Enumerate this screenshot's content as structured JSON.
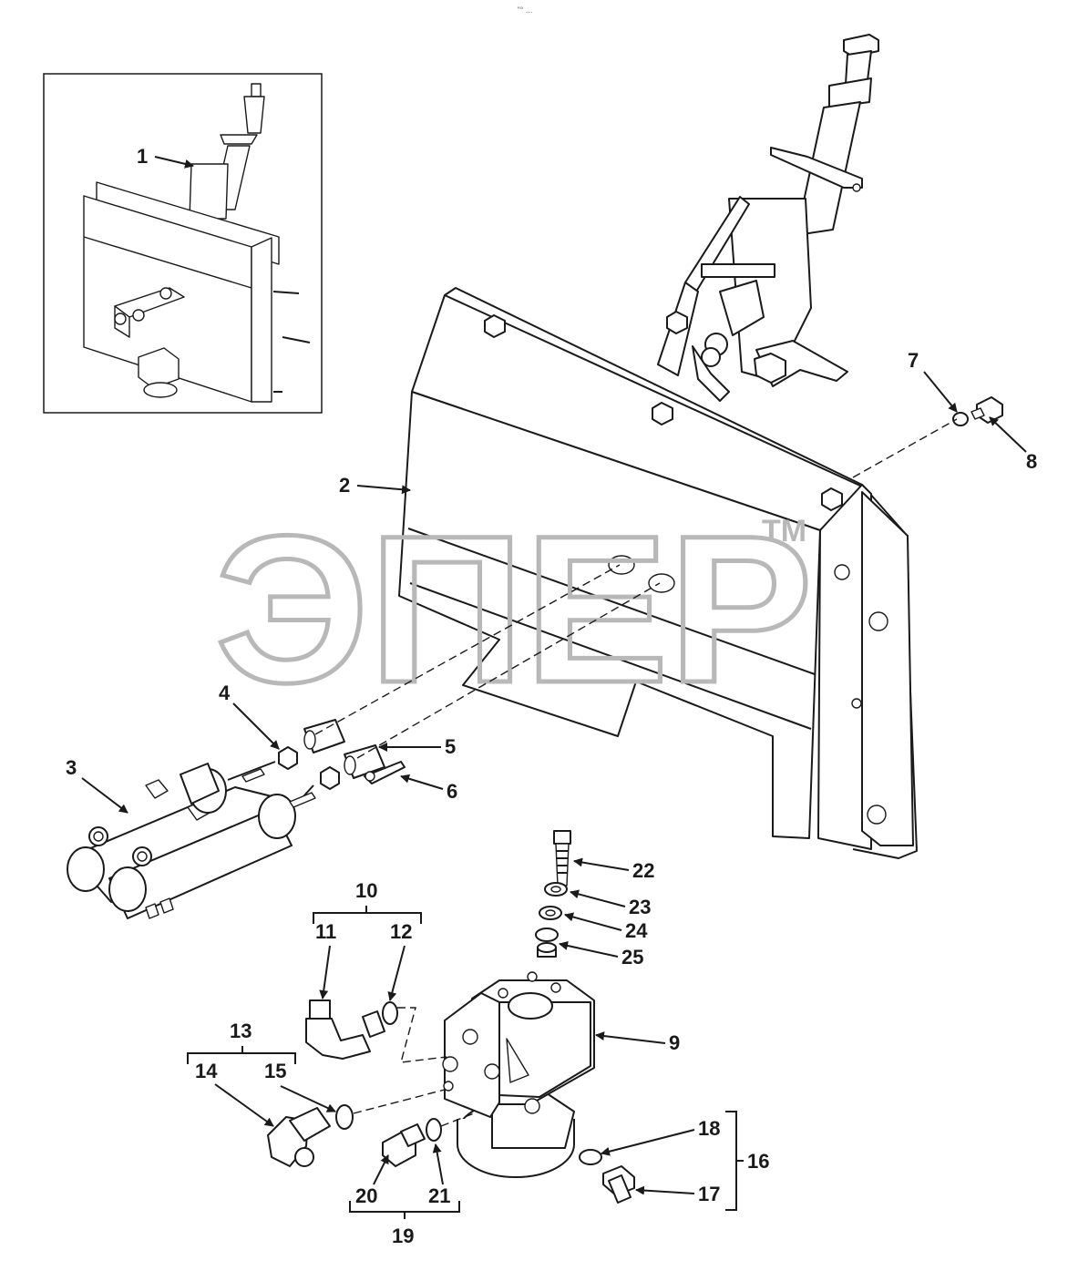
{
  "header": {
    "small_text": "\"° ..."
  },
  "watermark": {
    "text": "ЭПЕР",
    "tm": "TM"
  },
  "callouts": [
    {
      "id": "1",
      "text": "1"
    },
    {
      "id": "2",
      "text": "2"
    },
    {
      "id": "3",
      "text": "3"
    },
    {
      "id": "4",
      "text": "4"
    },
    {
      "id": "5",
      "text": "5"
    },
    {
      "id": "6",
      "text": "6"
    },
    {
      "id": "7",
      "text": "7"
    },
    {
      "id": "8",
      "text": "8"
    },
    {
      "id": "9",
      "text": "9"
    },
    {
      "id": "10",
      "text": "10"
    },
    {
      "id": "11",
      "text": "11"
    },
    {
      "id": "12",
      "text": "12"
    },
    {
      "id": "13",
      "text": "13"
    },
    {
      "id": "14",
      "text": "14"
    },
    {
      "id": "15",
      "text": "15"
    },
    {
      "id": "16",
      "text": "16"
    },
    {
      "id": "17",
      "text": "17"
    },
    {
      "id": "18",
      "text": "18"
    },
    {
      "id": "19",
      "text": "19"
    },
    {
      "id": "20",
      "text": "20"
    },
    {
      "id": "21",
      "text": "21"
    },
    {
      "id": "22",
      "text": "22"
    },
    {
      "id": "23",
      "text": "23"
    },
    {
      "id": "24",
      "text": "24"
    },
    {
      "id": "25",
      "text": "25"
    }
  ]
}
